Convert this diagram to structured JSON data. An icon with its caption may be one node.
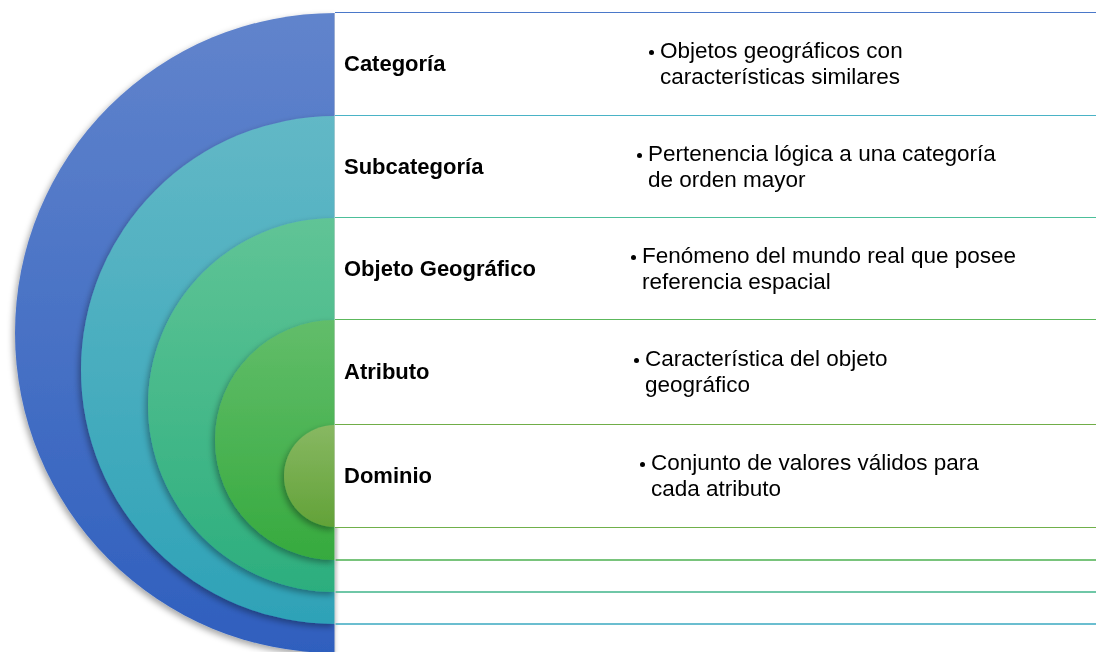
{
  "diagram": {
    "nodes": [
      {
        "text": [
          "Categoría",
          "Objetos geográficos con características similares"
        ]
      },
      {
        "text": [
          "Subcategoría",
          "Pertenencia lógica a una categoría de orden mayor"
        ]
      },
      {
        "text": [
          "Objeto Geográfico",
          "Fenómeno del mundo real que posee referencia espacial"
        ]
      },
      {
        "text": [
          "Atributo",
          "Característica del objeto geográfico"
        ]
      },
      {
        "text": [
          "Dominio",
          "Conjunto de valores válidos para cada atributo"
        ]
      }
    ]
  }
}
